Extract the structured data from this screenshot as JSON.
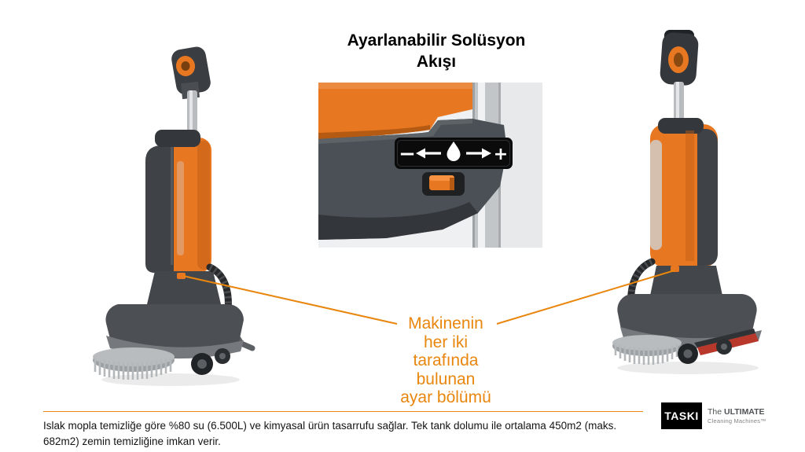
{
  "slide": {
    "title": "Ayarlanabilir Solüsyon\nAkışı",
    "callout_text": "Makinenin\nher iki\ntarafında\nbulunan\nayar bölümü",
    "flow_control": {
      "minus": "−",
      "plus": "+"
    },
    "footer_text": "Islak mopla temizliğe göre %80 su (6.500L) ve kimyasal ürün tasarrufu sağlar. Tek tank dolumu ile ortalama 450m2 (maks. 682m2) zemin temizliğine imkan verir.",
    "logo": {
      "brand": "TASKI",
      "tagline_word1": "The",
      "tagline_word2": "ULTIMATE",
      "tagline_bottom": "Cleaning Machines™"
    },
    "colors": {
      "accent_orange": "#E8860D",
      "machine_orange": "#E87722",
      "machine_dark_gray": "#4A4F54",
      "label_black": "#0B0B0C"
    }
  }
}
